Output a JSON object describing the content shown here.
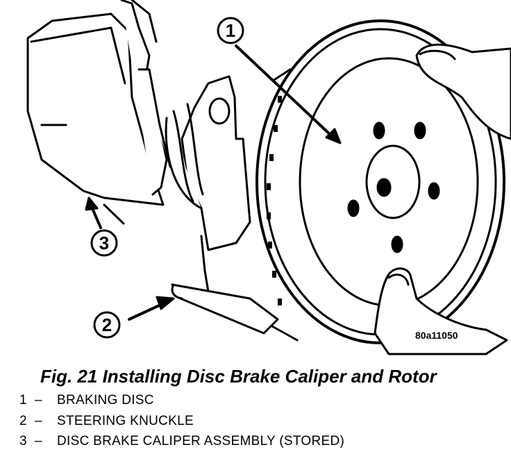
{
  "figure": {
    "code": "80a11050",
    "caption": "Fig. 21 Installing Disc Brake Caliper and Rotor"
  },
  "callouts": [
    "1",
    "2",
    "3"
  ],
  "legend": [
    {
      "num": "1",
      "dash": "–",
      "text": "BRAKING DISC"
    },
    {
      "num": "2",
      "dash": "–",
      "text": "STEERING KNUCKLE"
    },
    {
      "num": "3",
      "dash": "–",
      "text": "DISC BRAKE CALIPER ASSEMBLY (STORED)"
    }
  ]
}
